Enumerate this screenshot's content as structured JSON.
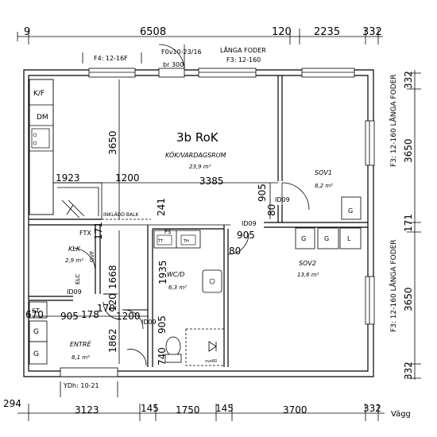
{
  "plan": {
    "title": "3b RoK",
    "dims_top": [
      "6508",
      "120",
      "2235",
      "332"
    ],
    "dims_bottom": [
      "294",
      "3123",
      "145",
      "1750",
      "145",
      "3700",
      "332"
    ],
    "dims_right": [
      "332",
      "3650",
      "171",
      "3650",
      "332"
    ],
    "dims_interior": {
      "d1923": "1923",
      "d1200a": "1200",
      "d3385": "3385",
      "d3650": "3650",
      "d241": "241",
      "d905a": "905",
      "d80": "80",
      "d905b": "905",
      "d80b": "80",
      "d171": "171",
      "d1668": "1668",
      "d1935": "1935",
      "d120": "120",
      "d170": "170",
      "d670": "670",
      "d905c": "905",
      "d178": "178",
      "d1200b": "1200",
      "d905d": "905",
      "d1862": "1862",
      "d740": "740"
    },
    "window_labels": {
      "f4": "F4: 12-16F",
      "f0v": "F0v10-23/16",
      "fbr": "br 300",
      "langa_top": "LÅNGA FODER",
      "f3top": "F3: 12-160",
      "right_upper": "F3: 12-160  LÅNGA FODER",
      "right_lower": "F3: 12-160  LÅNGA FODER",
      "ydh": "YDh: 10-21",
      "vagg": "Vägg"
    },
    "rooms": {
      "kok": {
        "name": "KÖK/VARDAGSRUM",
        "area": "23,9 m²"
      },
      "sov1": {
        "name": "SOV1",
        "area": "8,2 m²"
      },
      "sov2": {
        "name": "SOV2",
        "area": "13,6 m²"
      },
      "klk": {
        "name": "KLK",
        "area": "2,9 m²"
      },
      "wc": {
        "name": "WC/D",
        "area": "6,3 m²"
      },
      "entre": {
        "name": "ENTRÉ",
        "area": "8,1 m²"
      }
    },
    "fixtures": {
      "kf": "K/F",
      "dm": "DM",
      "ftx": "FTX",
      "elc": "ELC",
      "gvf": "GVF",
      "st": "ST",
      "fs": "FS",
      "tt": "TT",
      "th": "TH",
      "vvx": "vvx60",
      "id09a": "ID09",
      "id09b": "ID09",
      "id09c": "ID09",
      "id09d": "ID09",
      "g": "G",
      "l": "L",
      "inklado": "INKLÄDD BALK"
    }
  }
}
